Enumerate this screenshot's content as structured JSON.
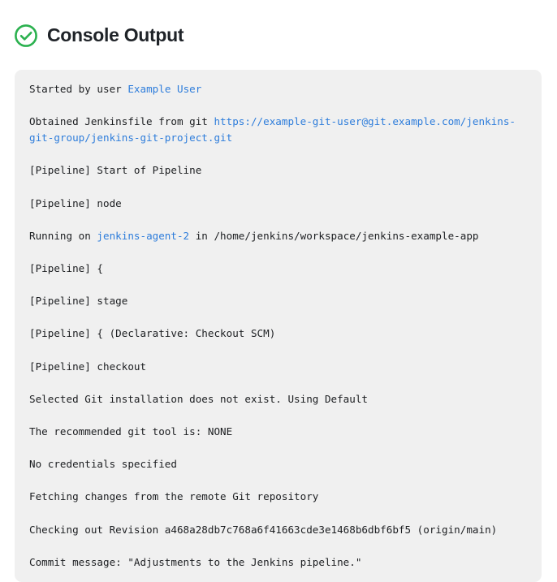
{
  "header": {
    "title": "Console Output",
    "status_icon": "check-circle-icon",
    "status_color": "#2bb14f"
  },
  "theme": {
    "page_background": "#ffffff",
    "panel_background": "#f0f0f0",
    "text_color": "#1c1e21",
    "muted_color": "#a8a8a8",
    "link_color": "#2e7ddb"
  },
  "console": {
    "lines": [
      {
        "style": "normal",
        "segments": [
          {
            "type": "text",
            "value": "Started by user "
          },
          {
            "type": "link",
            "value": "Example User"
          }
        ]
      },
      {
        "style": "normal",
        "segments": [
          {
            "type": "text",
            "value": "Obtained Jenkinsfile from git "
          },
          {
            "type": "link",
            "value": "https://example-git-user@git.example.com/jenkins-git-group/jenkins-git-project.git"
          }
        ]
      },
      {
        "style": "muted",
        "segments": [
          {
            "type": "text",
            "value": "[Pipeline] Start of Pipeline"
          }
        ]
      },
      {
        "style": "muted",
        "segments": [
          {
            "type": "text",
            "value": "[Pipeline] node"
          }
        ]
      },
      {
        "style": "normal",
        "segments": [
          {
            "type": "text",
            "value": "Running on "
          },
          {
            "type": "link",
            "value": "jenkins-agent-2"
          },
          {
            "type": "text",
            "value": " in /home/jenkins/workspace/jenkins-example-app"
          }
        ]
      },
      {
        "style": "muted",
        "segments": [
          {
            "type": "text",
            "value": "[Pipeline] {"
          }
        ]
      },
      {
        "style": "muted",
        "segments": [
          {
            "type": "text",
            "value": "[Pipeline] stage"
          }
        ]
      },
      {
        "style": "muted",
        "segments": [
          {
            "type": "text",
            "value": "[Pipeline] { (Declarative: Checkout SCM)"
          }
        ]
      },
      {
        "style": "muted",
        "segments": [
          {
            "type": "text",
            "value": "[Pipeline] checkout"
          }
        ]
      },
      {
        "style": "normal",
        "segments": [
          {
            "type": "text",
            "value": "Selected Git installation does not exist. Using Default"
          }
        ]
      },
      {
        "style": "normal",
        "segments": [
          {
            "type": "text",
            "value": "The recommended git tool is: NONE"
          }
        ]
      },
      {
        "style": "normal",
        "segments": [
          {
            "type": "text",
            "value": "No credentials specified"
          }
        ]
      },
      {
        "style": "normal",
        "segments": [
          {
            "type": "text",
            "value": "Fetching changes from the remote Git repository"
          }
        ]
      },
      {
        "style": "normal",
        "segments": [
          {
            "type": "text",
            "value": "Checking out Revision a468a28db7c768a6f41663cde3e1468b6dbf6bf5 (origin/main)"
          }
        ]
      },
      {
        "style": "normal",
        "segments": [
          {
            "type": "text",
            "value": "Commit message: \"Adjustments to the Jenkins pipeline.\""
          }
        ]
      }
    ]
  }
}
